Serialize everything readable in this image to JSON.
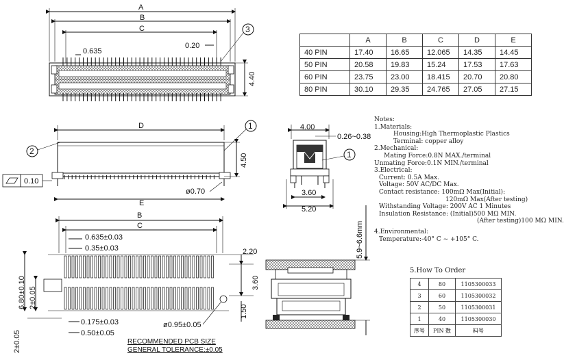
{
  "callouts": {
    "c1": "1",
    "c2": "2",
    "c3": "3"
  },
  "dims_top": {
    "a": "A",
    "b": "B",
    "c": "C",
    "pitch": "0.635",
    "gap": "0.20",
    "height": "4.40"
  },
  "dims_side": {
    "d": "D",
    "e": "E",
    "height": "4.50",
    "hole": "ø0.70",
    "flatness": "0.10"
  },
  "dims_end": {
    "width": "4.00",
    "range": "0.26~0.38",
    "inner": "3.60",
    "outer": "5.20"
  },
  "dims_pcb": {
    "b": "B",
    "c": "C",
    "pitch": "0.635±0.03",
    "pad_width": "0.35±0.03",
    "pad_gap": "0.175±0.03",
    "hole_offset": "0.50±0.05",
    "hole": "ø0.95±0.05",
    "v1": "6.80±0.10",
    "v2": "2±0.05",
    "v3": "2±0.05",
    "r1": "2.20",
    "r2": "3.60",
    "r3": "1.50"
  },
  "dims_section": {
    "stack": "5.9~6.6mm"
  },
  "dim_table": {
    "headers": [
      "A",
      "B",
      "C",
      "D",
      "E"
    ],
    "rows": [
      {
        "label": "40 PIN",
        "values": [
          "17.40",
          "16.65",
          "12.065",
          "14.35",
          "14.45"
        ]
      },
      {
        "label": "50 PIN",
        "values": [
          "20.58",
          "19.83",
          "15.24",
          "17.53",
          "17.63"
        ]
      },
      {
        "label": "60 PIN",
        "values": [
          "23.75",
          "23.00",
          "18.415",
          "20.70",
          "20.80"
        ]
      },
      {
        "label": "80 PIN",
        "values": [
          "30.10",
          "29.35",
          "24.765",
          "27.05",
          "27.15"
        ]
      }
    ]
  },
  "notes": {
    "title": "Notes:",
    "l1": "1.Materials:",
    "l2": "Housing:High Thermoplastic Plastics",
    "l3": "Terminal: copper alloy",
    "l4": "2.Mechanical:",
    "l5": "Mating Force:0.8N MAX./terminal",
    "l6": "Unmating Force:0.1N MIN./terminal",
    "l7": "3.Electrical:",
    "l8": "Current: 0.5A Max.",
    "l9": "Voltage: 50V AC/DC Max.",
    "l10": "Contact resistance: 100mΩ Max(Initial):",
    "l11": "120mΩ Max(After testing)",
    "l12": "Withstanding Voltage:  200V AC 1 Minutes",
    "l13": "Insulation Resistance:  (Initial)500 MΩ MIN.",
    "l14": "(After testing)100 MΩ MIN.",
    "l15": "4.Environmental:",
    "l16": "Temperature:-40° C ~ +105° C."
  },
  "order": {
    "title": "5.How To Order",
    "rows": [
      [
        "4",
        "80",
        "1105300033"
      ],
      [
        "3",
        "60",
        "1105300032"
      ],
      [
        "2",
        "50",
        "1105300031"
      ],
      [
        "1",
        "40",
        "1105300030"
      ]
    ],
    "footer": [
      "序号",
      "PIN 数",
      "料号"
    ]
  },
  "pcb_caption": {
    "line1": "RECOMMENDED PCB SIZE",
    "line2": "GENERAL TOLERANCE:±0.05"
  }
}
